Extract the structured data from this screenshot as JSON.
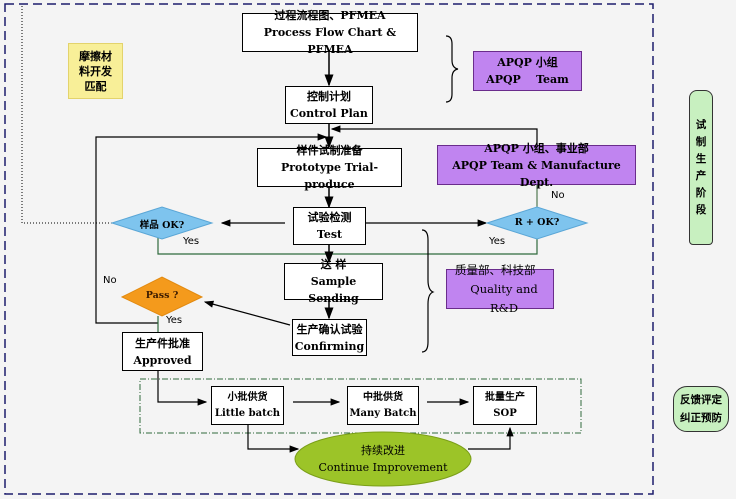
{
  "diagram": {
    "process_flow": {
      "cn": "过程流程图、PFMEA",
      "en": "Process Flow Chart & PFMEA"
    },
    "control_plan": {
      "cn": "控制计划",
      "en": "Control Plan"
    },
    "prototype": {
      "cn": "样件试制准备",
      "en": "Prototype Trial-produce"
    },
    "test": {
      "cn": "试验检测",
      "en": "Test"
    },
    "sample_sending": {
      "cn": "送  样",
      "en": "Sample Sending"
    },
    "confirming": {
      "cn": "生产确认试验",
      "en": "Confirming"
    },
    "approved": {
      "cn": "生产件批准",
      "en": "Approved"
    },
    "little_batch": {
      "cn": "小批供货",
      "en": "Little batch"
    },
    "many_batch": {
      "cn": "中批供货",
      "en": "Many Batch"
    },
    "sop": {
      "cn": "批量生产",
      "en": "SOP"
    },
    "continue_improvement": {
      "cn": "持续改进",
      "en": "Continue Improvement"
    },
    "material_match": {
      "lines": [
        "摩擦材",
        "料开发",
        "匹配"
      ]
    },
    "apqp_team": {
      "cn": "APQP 小组",
      "en": "APQP    Team"
    },
    "apqp_manufacture": {
      "cn": "APQP 小组、事业部",
      "en": "APQP Team & Manufacture Dept."
    },
    "quality_rd": {
      "cn": "质量部、科技部",
      "en": "Quality and R&D"
    },
    "decision_sample_ok": "样品 OK?",
    "decision_r_ok": "R + OK?",
    "decision_pass": "Pass ?",
    "labels": {
      "yes_left": "Yes",
      "yes_right": "Yes",
      "yes_pass": "Yes",
      "no_right": "No",
      "no_pass": "No"
    },
    "stage_trial": {
      "lines": [
        "试",
        "制",
        "生",
        "产",
        "阶",
        "段"
      ]
    },
    "stage_feedback": {
      "lines": [
        "反馈评定",
        "纠正预防"
      ]
    }
  },
  "colors": {
    "purple": "#c084f0",
    "blue_diamond": "#7ec4ee",
    "orange_diamond": "#f49a1c",
    "green_ellipse": "#9cc428",
    "yellow_note": "#f8ef98",
    "stage_green": "#c8f0c0",
    "border_navy": "#1c1c6c"
  }
}
